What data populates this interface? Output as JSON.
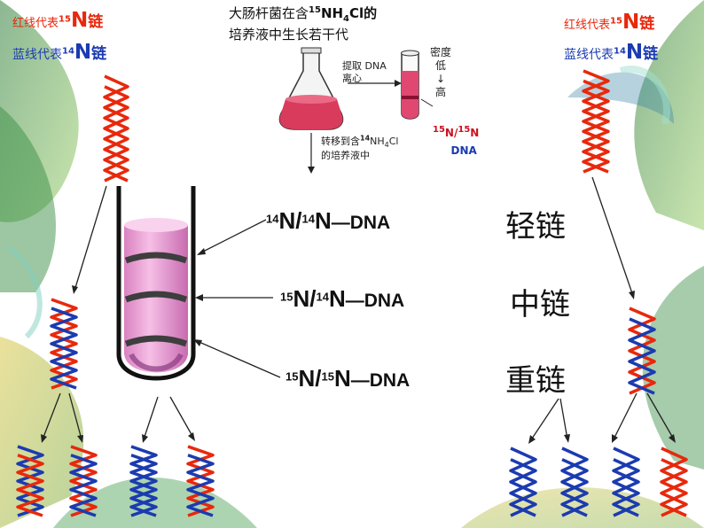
{
  "legend_left": {
    "red_prefix": "红线代表",
    "red_sup": "15",
    "red_N": "N",
    "red_suffix": "链",
    "blue_prefix": "蓝线代表",
    "blue_sup": "14",
    "blue_N": "N",
    "blue_suffix": "链"
  },
  "legend_right": {
    "red_prefix": "红线代表",
    "red_sup": "15",
    "red_N": "N",
    "red_suffix": "链",
    "blue_prefix": "蓝线代表",
    "blue_sup": "14",
    "blue_N": "N",
    "blue_suffix": "链"
  },
  "title": {
    "line1_prefix": "大肠杆菌在含",
    "line1_sup": "15",
    "line1_formula": "NH",
    "line1_sub": "4",
    "line1_end": "Cl的",
    "line2": "培养液中生长若干代"
  },
  "flask_step": {
    "line1": "提取 DNA",
    "line2": "离心"
  },
  "density": {
    "top": "密度",
    "low": "低",
    "arrow": "↓",
    "high": "高"
  },
  "tube_caption": {
    "sup1": "15",
    "mid": "N/",
    "sup2": "15",
    "end": "N",
    "line2": "DNA"
  },
  "transfer": {
    "line1_prefix": "转移到含",
    "line1_sup": "14",
    "line1_formula": "NH",
    "line1_sub": "4",
    "line1_end": "Cl",
    "line2": "的培养液中"
  },
  "bands": [
    {
      "sup1": "14",
      "a": "N/",
      "sup2": "14",
      "b": "N",
      "tail": "—DNA",
      "chain": "轻链"
    },
    {
      "sup1": "15",
      "a": "N/",
      "sup2": "14",
      "b": "N",
      "tail": "—DNA",
      "chain": "中链"
    },
    {
      "sup1": "15",
      "a": "N/",
      "sup2": "15",
      "b": "N",
      "tail": "—DNA",
      "chain": "重链"
    }
  ],
  "colors": {
    "heavy_strand": "#e8280c",
    "light_strand": "#1b3bb0",
    "tube_fill": "#f2a8d8",
    "band": "#4a4a4a"
  }
}
